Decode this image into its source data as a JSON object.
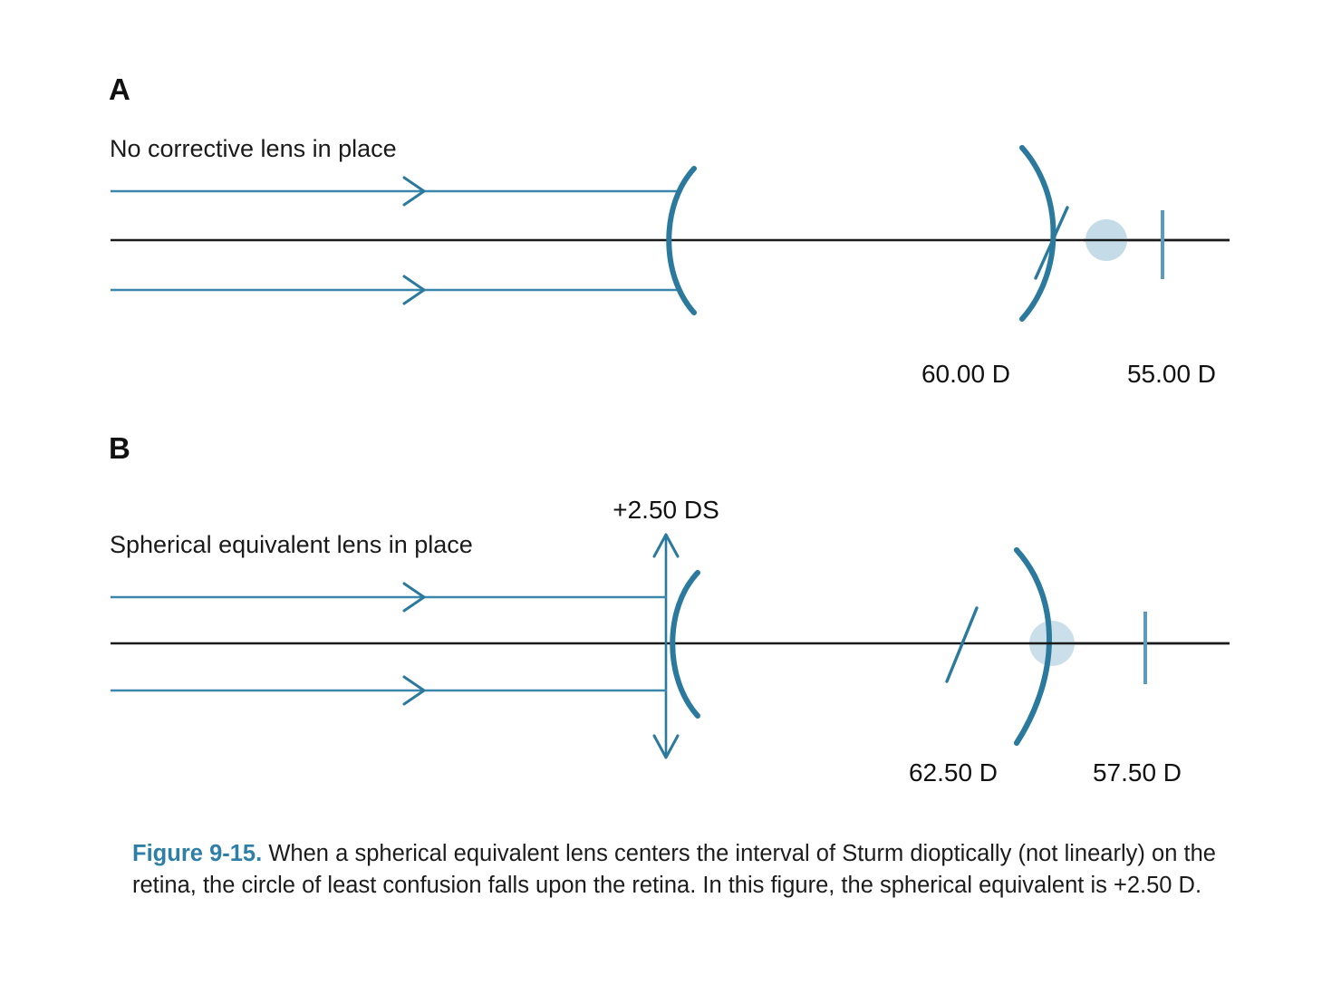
{
  "figure": {
    "id_label": "Figure 9-15.",
    "caption_text": " When a spherical equivalent lens centers the interval of Sturm dioptically (not linearly) on the retina, the circle of least confusion falls upon the retina. In this figure, the spherical equivalent is +2.50 D.",
    "accent_color": "#2e7fa8",
    "arc_color": "#2b7a9e",
    "ray_color": "#3b87ab",
    "axis_color": "#1a1a1a",
    "circle_fill": "#c5dce8"
  },
  "panel_a": {
    "letter": "A",
    "caption": "No corrective lens in place",
    "power_near": "60.00 D",
    "power_far": "55.00 D",
    "icons": {
      "cornea": "cornea-arc-icon",
      "focal_arc": "vertical-focal-line-arc-icon",
      "focal_slash": "oblique-focal-line-icon",
      "blur_circle": "circle-of-least-confusion-icon",
      "retina": "retina-tick-icon",
      "ray_arrow": "ray-arrowhead-icon"
    }
  },
  "panel_b": {
    "letter": "B",
    "caption": "Spherical equivalent lens in place",
    "lens_label": "+2.50 DS",
    "power_near": "62.50 D",
    "power_far": "57.50 D",
    "icons": {
      "corrective_lens": "spherical-equivalent-lens-icon",
      "lens_arrow": "double-headed-arrow-icon",
      "cornea": "cornea-arc-icon",
      "focal_arc": "vertical-focal-line-arc-icon",
      "focal_slash": "oblique-focal-line-icon",
      "blur_circle": "circle-of-least-confusion-icon",
      "retina": "retina-tick-icon",
      "ray_arrow": "ray-arrowhead-icon"
    }
  }
}
